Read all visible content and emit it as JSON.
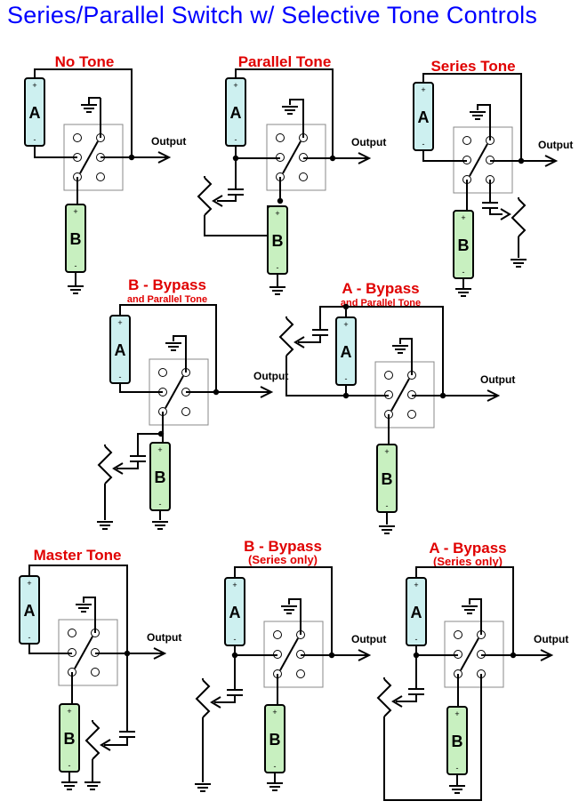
{
  "title": "Series/Parallel Switch w/ Selective Tone Controls",
  "output_label": "Output",
  "pickup_a": "A",
  "pickup_b": "B",
  "plus": "+",
  "minus": "-",
  "colors": {
    "title": "#0000ff",
    "heading": "#e00000",
    "pickup_a_fill": "#cdf0f0",
    "pickup_b_fill": "#c8f0c0",
    "wire": "#000000"
  },
  "panels": [
    {
      "id": "no-tone",
      "title": "No Tone",
      "subtitle": ""
    },
    {
      "id": "parallel-tone",
      "title": "Parallel Tone",
      "subtitle": ""
    },
    {
      "id": "series-tone",
      "title": "Series Tone",
      "subtitle": ""
    },
    {
      "id": "b-bypass-parallel",
      "title": "B - Bypass",
      "subtitle": "and Parallel Tone"
    },
    {
      "id": "a-bypass-parallel",
      "title": "A - Bypass",
      "subtitle": "and Parallel Tone"
    },
    {
      "id": "master-tone",
      "title": "Master Tone",
      "subtitle": ""
    },
    {
      "id": "b-bypass-series",
      "title": "B - Bypass",
      "subtitle": "(Series only)"
    },
    {
      "id": "a-bypass-series",
      "title": "A - Bypass",
      "subtitle": "(Series only)"
    }
  ]
}
